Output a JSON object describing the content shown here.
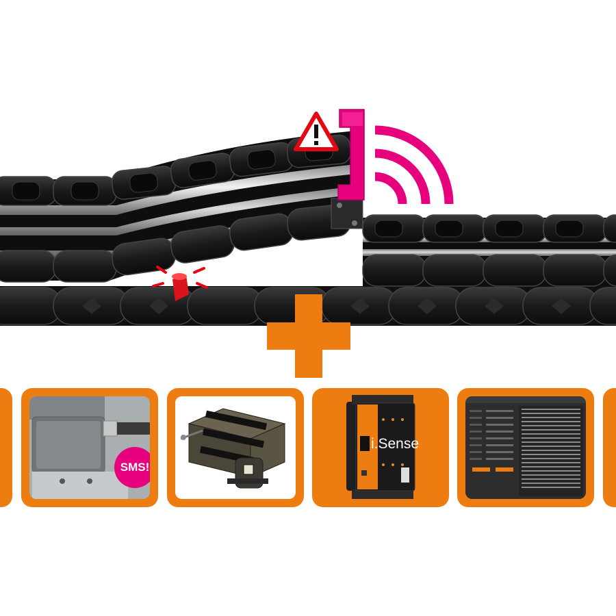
{
  "colors": {
    "accent": "#ee7d11",
    "magenta": "#e6007e",
    "warning_red": "#e30613",
    "chain": "#1c1c1c"
  },
  "hero": {
    "warning_icon": "warning-triangle-icon",
    "signal_icon": "wireless-signal-icon",
    "break_marker_icon": "broken-pin-icon"
  },
  "plus_icon": "plus-icon",
  "tiles": [
    {
      "id": "sms-alert",
      "badge": "SMS!"
    },
    {
      "id": "chain-sensor-cad"
    },
    {
      "id": "isense-module",
      "brand": "i.Sense"
    },
    {
      "id": "configuration-software"
    }
  ]
}
